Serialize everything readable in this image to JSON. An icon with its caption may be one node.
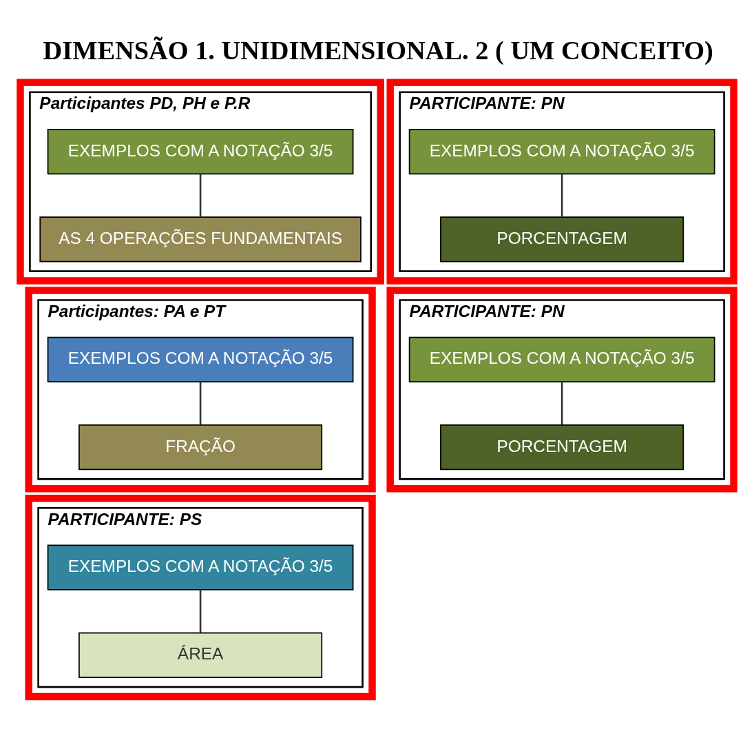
{
  "diagram": {
    "title": "DIMENSÃO 1. UNIDIMENSIONAL. 2 ( UM CONCEITO)",
    "nodes": [
      {
        "text": [],
        "shape": "box"
      },
      {
        "text": [
          "Participantes PD, PH e P.R"
        ],
        "in": 0
      },
      {
        "text": [
          "EXEMPLOS COM A NOTAÇÃO 3/5"
        ],
        "in": 1
      },
      {
        "text": [
          "AS 4 OPERAÇÕES FUNDAMENTAIS"
        ],
        "in": 1
      },
      {
        "text": [],
        "shape": "box"
      },
      {
        "text": [
          "PARTICIPANTE: PN"
        ],
        "in": 4
      },
      {
        "text": [
          "EXEMPLOS COM A NOTAÇÃO 3/5"
        ],
        "in": 5
      },
      {
        "text": [
          "PORCENTAGEM"
        ],
        "in": 5
      },
      {
        "text": [],
        "shape": "box"
      },
      {
        "text": [
          "Participantes: PA e PT"
        ],
        "in": 8
      },
      {
        "text": [
          "EXEMPLOS COM A NOTAÇÃO 3/5"
        ],
        "in": 9
      },
      {
        "text": [
          "FRAÇÃO"
        ],
        "in": 9
      },
      {
        "text": [],
        "shape": "box"
      },
      {
        "text": [
          "PARTICIPANTE: PN"
        ],
        "in": 12
      },
      {
        "text": [
          "EXEMPLOS COM A NOTAÇÃO 3/5"
        ],
        "in": 13
      },
      {
        "text": [
          "PORCENTAGEM"
        ],
        "in": 13
      },
      {
        "text": [],
        "shape": "box"
      },
      {
        "text": [
          "PARTICIPANTE: PS"
        ],
        "in": 16
      },
      {
        "text": [
          "EXEMPLOS COM A NOTAÇÃO 3/5"
        ],
        "in": 17
      },
      {
        "text": [
          "ÁREA"
        ],
        "in": 17
      }
    ],
    "edges": [
      {
        "from": 2,
        "to": 3,
        "arrow": "none"
      },
      {
        "from": 6,
        "to": 7,
        "arrow": "none"
      },
      {
        "from": 10,
        "to": 11,
        "arrow": "none"
      },
      {
        "from": 14,
        "to": 15,
        "arrow": "none"
      },
      {
        "from": 18,
        "to": 19,
        "arrow": "none"
      }
    ]
  }
}
